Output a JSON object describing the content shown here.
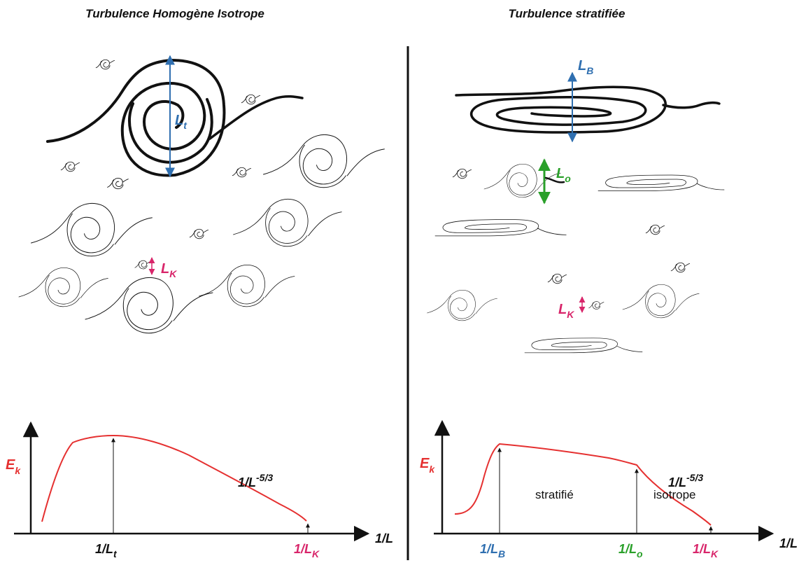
{
  "left_panel": {
    "title": "Turbulence Homogène Isotrope",
    "eddy_label": "L",
    "eddy_label_sub": "t",
    "kolmogorov_label": "L",
    "kolmogorov_label_sub": "K",
    "plot": {
      "y_label": "E",
      "y_label_sub": "k",
      "x_label": "1/L",
      "slope_label": "1/L",
      "slope_label_sup": "-5/3",
      "tick_large": "1/L",
      "tick_large_sub": "t",
      "tick_small": "1/L",
      "tick_small_sub": "K"
    }
  },
  "right_panel": {
    "title": "Turbulence stratifiée",
    "buoyancy_label": "L",
    "buoyancy_label_sub": "B",
    "ozmidov_label": "L",
    "ozmidov_label_sub": "o",
    "kolmogorov_label": "L",
    "kolmogorov_label_sub": "K",
    "plot": {
      "y_label": "E",
      "y_label_sub": "k",
      "x_label": "1/L",
      "slope_label": "1/L",
      "slope_label_sup": "-5/3",
      "regime_stratified": "stratifié",
      "regime_isotropic": "isotrope",
      "tick_buoyancy": "1/L",
      "tick_buoyancy_sub": "B",
      "tick_ozmidov": "1/L",
      "tick_ozmidov_sub": "o",
      "tick_kolmogorov": "1/L",
      "tick_kolmogorov_sub": "K"
    }
  },
  "colors": {
    "spectrum": "#e53030",
    "buoyancy_blue": "#2f6fb0",
    "ozmidov_green": "#2aa02a",
    "kolmogorov_magenta": "#d8256a"
  }
}
